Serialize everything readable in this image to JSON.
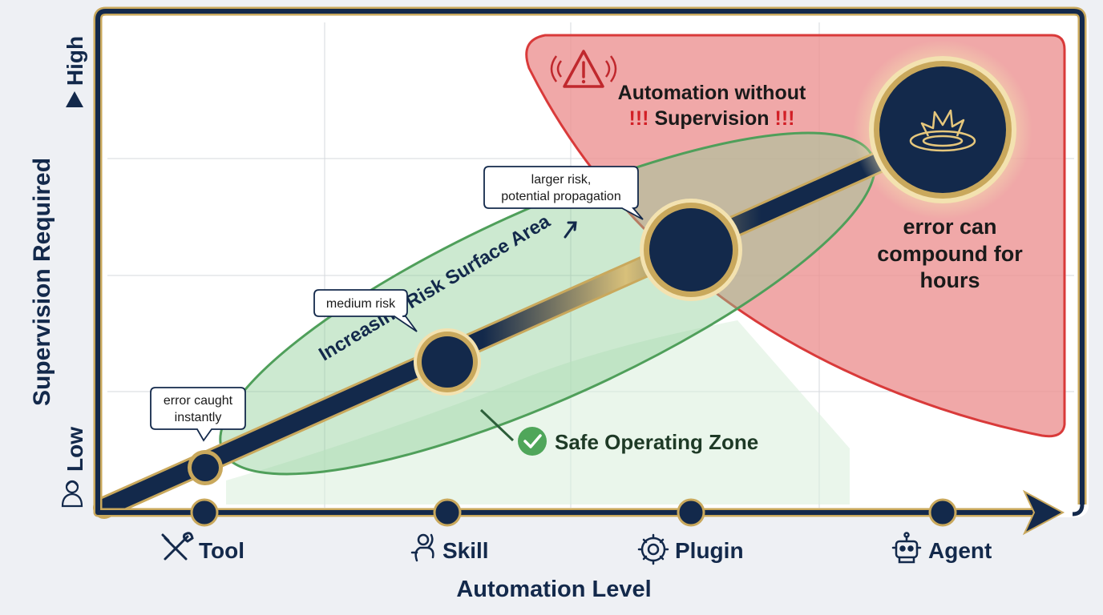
{
  "y_axis": {
    "title": "Supervision Required",
    "high_label": "High",
    "low_label": "Low",
    "icon": "supervisor-person-icon"
  },
  "x_axis": {
    "title": "Automation Level",
    "levels": [
      {
        "label": "Tool",
        "icon": "wrench-screwdriver-icon"
      },
      {
        "label": "Skill",
        "icon": "flexing-person-icon"
      },
      {
        "label": "Plugin",
        "icon": "gear-wrench-icon"
      },
      {
        "label": "Agent",
        "icon": "robot-icon"
      }
    ]
  },
  "danger_zone": {
    "line1": "Automation without",
    "marks": "!!!",
    "line2": "Supervision",
    "icon": "warning-triangle-icon",
    "outcome_lines": [
      "error can",
      "compound for",
      "hours"
    ],
    "outcome_icon": "explosion-icon",
    "color": "#e05a5a"
  },
  "safe_zone": {
    "label": "Safe Operating Zone",
    "icon": "check-circle-icon",
    "color": "#5fb36a"
  },
  "risk_arrow_label": "Increasing Risk Surface Area",
  "callouts": {
    "tool": [
      "error caught",
      "instantly"
    ],
    "skill": [
      "medium risk"
    ],
    "plugin": [
      "larger risk,",
      "potential propagation"
    ]
  },
  "colors": {
    "navy": "#13294b",
    "gold": "#c9a85c"
  }
}
